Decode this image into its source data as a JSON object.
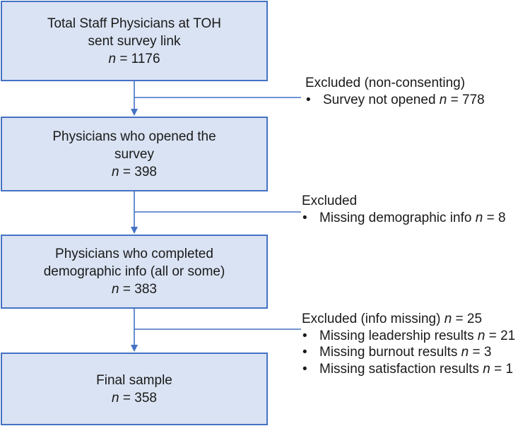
{
  "boxes": [
    {
      "lines": [
        "Total Staff Physicians at TOH",
        "sent survey link"
      ],
      "n_label": "n",
      "n_value": "= 1176"
    },
    {
      "lines": [
        "Physicians who opened the",
        "survey"
      ],
      "n_label": "n",
      "n_value": "= 398"
    },
    {
      "lines": [
        "Physicians who completed",
        "demographic info (all or some)"
      ],
      "n_label": "n",
      "n_value": "= 383"
    },
    {
      "lines": [
        "Final sample"
      ],
      "n_label": "n",
      "n_value": "= 358"
    }
  ],
  "exclusions": [
    {
      "heading": "Excluded (non-consenting)",
      "heading_n": null,
      "items": [
        {
          "text": "Survey not opened ",
          "n_label": "n",
          "n_value": " = 778"
        }
      ]
    },
    {
      "heading": "Excluded",
      "heading_n": null,
      "items": [
        {
          "text": "Missing demographic info ",
          "n_label": "n",
          "n_value": " = 8"
        }
      ]
    },
    {
      "heading": "Excluded (info missing) ",
      "heading_n": {
        "n_label": "n",
        "n_value": " = 25"
      },
      "items": [
        {
          "text": "Missing leadership results ",
          "n_label": "n",
          "n_value": " = 21"
        },
        {
          "text": "Missing burnout results ",
          "n_label": "n",
          "n_value": " = 3"
        },
        {
          "text": "Missing satisfaction results ",
          "n_label": "n",
          "n_value": " = 1"
        }
      ]
    }
  ],
  "colors": {
    "box_fill": "#dae3f3",
    "box_border": "#4472c4",
    "connector": "#4472c4"
  }
}
